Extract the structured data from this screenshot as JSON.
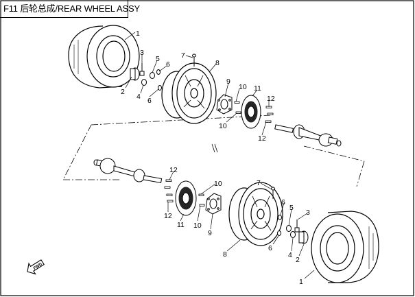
{
  "title": "F11 后轮总成/REAR WHEEL ASSY",
  "fwd_label": "FWD",
  "callouts": {
    "upper": [
      "1",
      "2",
      "3",
      "4",
      "5",
      "6",
      "6",
      "7",
      "8",
      "9",
      "10",
      "10",
      "11",
      "12",
      "12"
    ],
    "lower": [
      "12",
      "12",
      "10",
      "10",
      "11",
      "9",
      "7",
      "8",
      "6",
      "6",
      "5",
      "4",
      "3",
      "2",
      "1"
    ]
  }
}
